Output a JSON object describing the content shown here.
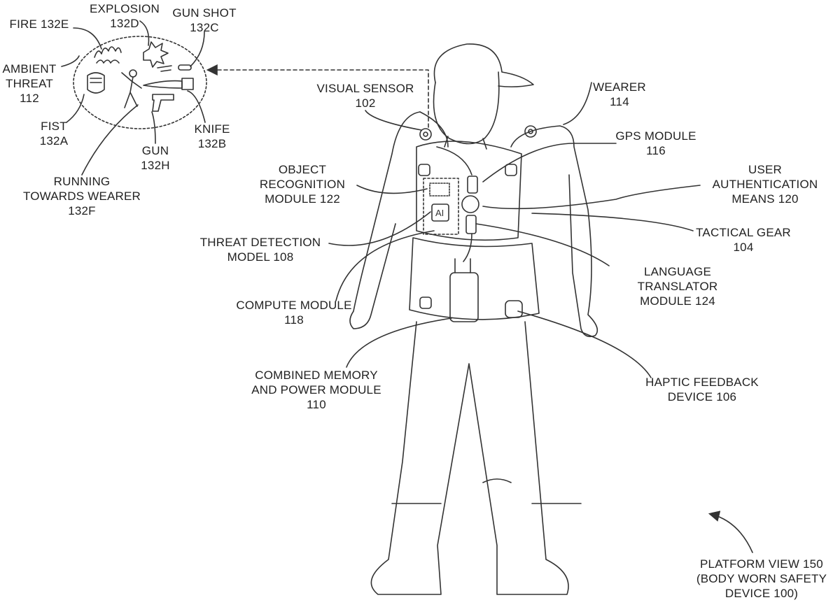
{
  "labels": {
    "explosion": [
      "EXPLOSION",
      "132D"
    ],
    "fire": [
      "FIRE 132E"
    ],
    "gunshot": [
      "GUN SHOT",
      "132C"
    ],
    "ambient": [
      "AMBIENT",
      "THREAT",
      "112"
    ],
    "fist": [
      "FIST",
      "132A"
    ],
    "knife": [
      "KNIFE",
      "132B"
    ],
    "gun": [
      "GUN",
      "132H"
    ],
    "running": [
      "RUNNING",
      "TOWARDS WEARER",
      "132F"
    ],
    "visual_sensor": [
      "VISUAL SENSOR",
      "102"
    ],
    "wearer": [
      "WEARER",
      "114"
    ],
    "gps": [
      "GPS MODULE",
      "116"
    ],
    "object_recognition": [
      "OBJECT",
      "RECOGNITION",
      "MODULE 122"
    ],
    "user_auth": [
      "USER",
      "AUTHENTICATION",
      "MEANS 120"
    ],
    "tactical_gear": [
      "TACTICAL GEAR",
      "104"
    ],
    "threat_detection": [
      "THREAT DETECTION",
      "MODEL 108"
    ],
    "language": [
      "LANGUAGE",
      "TRANSLATOR",
      "MODULE 124"
    ],
    "compute": [
      "COMPUTE MODULE",
      "118"
    ],
    "memory_power": [
      "COMBINED MEMORY",
      "AND POWER MODULE",
      "110"
    ],
    "haptic": [
      "HAPTIC FEEDBACK",
      "DEVICE 106"
    ],
    "platform": [
      "PLATFORM VIEW 150",
      "(BODY WORN SAFETY",
      "DEVICE 100)"
    ]
  },
  "chip_text": "AI",
  "colors": {
    "line": "#333333",
    "background": "#ffffff"
  }
}
